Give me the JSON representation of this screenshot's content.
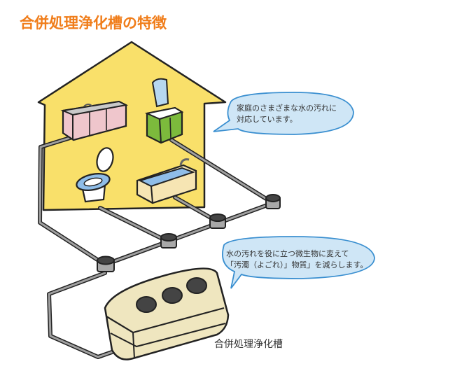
{
  "title": "合併処理浄化槽の特徴",
  "bubbles": [
    {
      "lines": [
        "家庭のさまざまな水の汚れに",
        "対応しています。"
      ]
    },
    {
      "lines": [
        "水の汚れを役に立つ微生物に変えて",
        "「汚濁（よごれ）」物質」を減らします。"
      ]
    }
  ],
  "tank_label": "合併処理浄化槽",
  "colors": {
    "title": "#f07d1a",
    "house": "#f9e06a",
    "bubble": "#cfe6f6",
    "tank": "#efe6bf",
    "pipe": "#9a9a9a"
  }
}
